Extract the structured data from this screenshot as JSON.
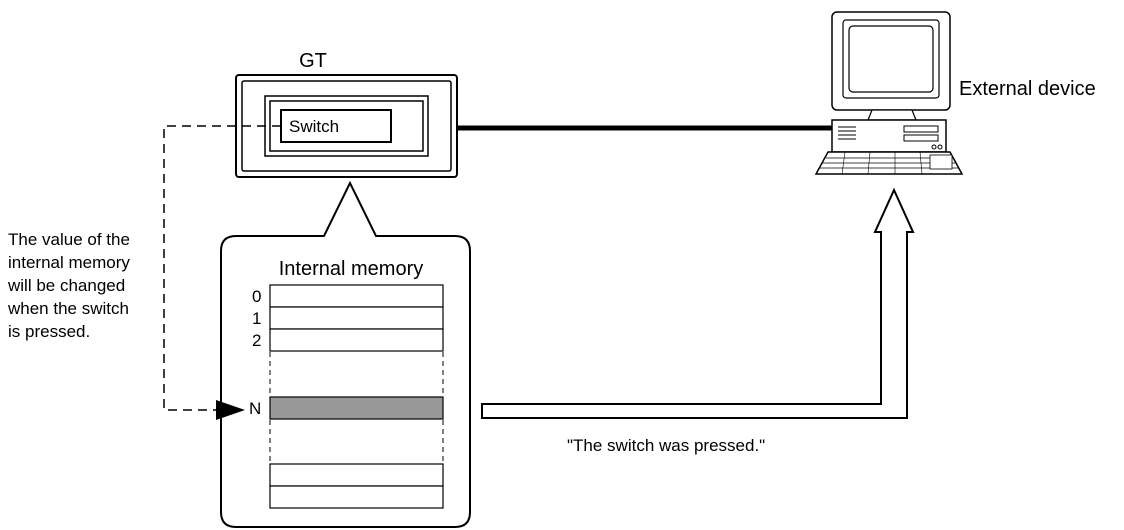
{
  "gt_title": "GT",
  "switch_label": "Switch",
  "external_device_label": "External device",
  "memory_title": "Internal memory",
  "row_labels": [
    "0",
    "1",
    "2",
    "N"
  ],
  "note_lines": [
    "The value of the",
    "internal memory",
    "will be changed",
    "when the switch",
    "is pressed."
  ],
  "arrow_caption": "\"The switch was pressed.\"",
  "colors": {
    "stroke": "#000000",
    "highlight_row": "#999999",
    "background": "#ffffff"
  }
}
